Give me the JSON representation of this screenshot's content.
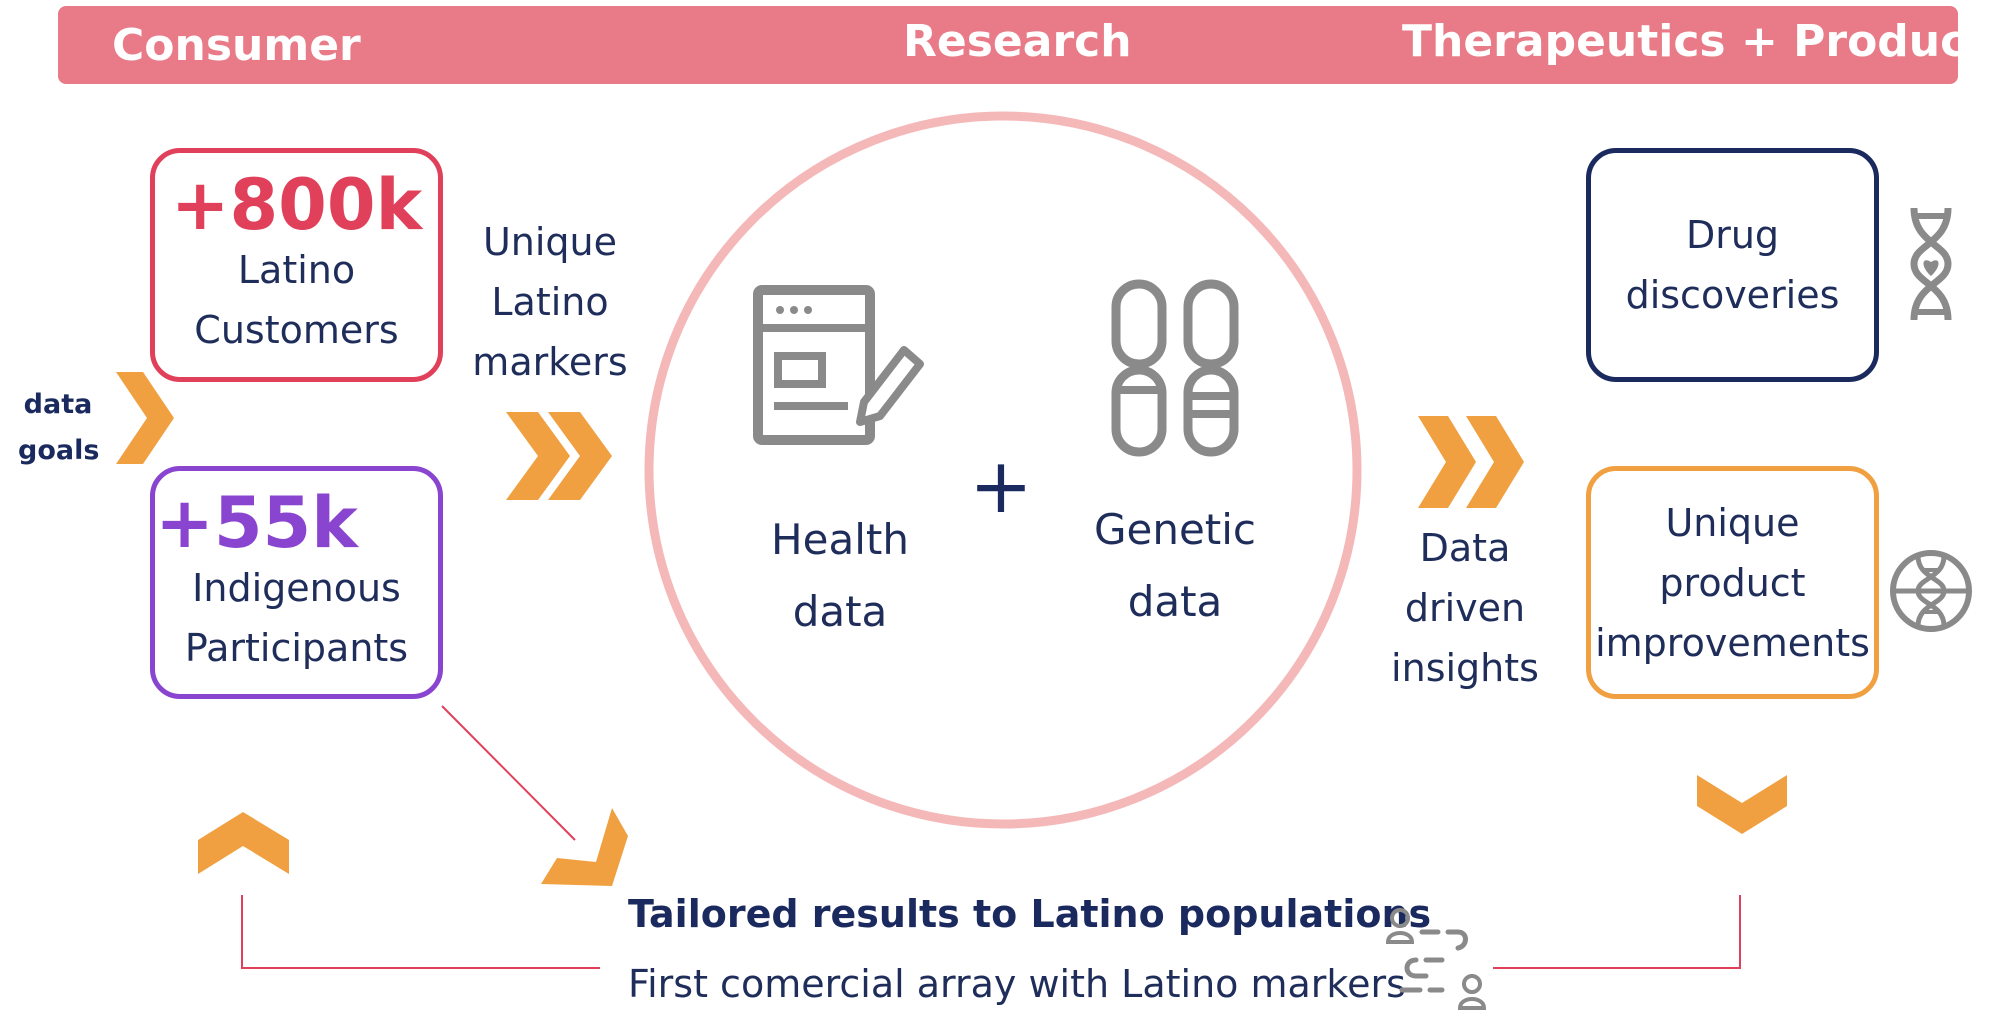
{
  "header": {
    "consumer": "Consumer",
    "research": "Research",
    "therapeutics": "Therapeutics + Product"
  },
  "consumer": {
    "latino": {
      "value": "+800k",
      "label_line1": "Latino",
      "label_line2": "Customers"
    },
    "indigenous": {
      "value": "+55k",
      "label_line1": "Indigenous",
      "label_line2": "Participants"
    },
    "data_goals": {
      "line1": "data",
      "line2": "goals"
    },
    "markers": {
      "line1": "Unique",
      "line2": "Latino",
      "line3": "markers"
    }
  },
  "research": {
    "health": {
      "line1": "Health",
      "line2": "data"
    },
    "plus": "+",
    "genetic": {
      "line1": "Genetic",
      "line2": "data"
    }
  },
  "insights": {
    "line1": "Data",
    "line2": "driven",
    "line3": "insights"
  },
  "therapeutics": {
    "drug": {
      "line1": "Drug",
      "line2": "discoveries"
    },
    "product": {
      "line1": "Unique",
      "line2": "product",
      "line3": "improvements"
    }
  },
  "results": {
    "title": "Tailored results to Latino populations",
    "subtitle": "First comercial array with Latino markers"
  },
  "colors": {
    "header": "#e87b87",
    "red": "#e0405a",
    "purple": "#8a45d0",
    "navy": "#1b2a5e",
    "orange": "#f0a040",
    "circle": "#f5b8b8",
    "icon_gray": "#8a8a8a"
  }
}
